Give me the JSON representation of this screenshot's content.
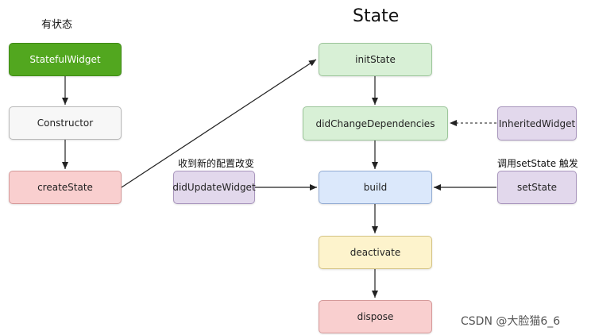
{
  "titles": {
    "left": "有状态",
    "right": "State"
  },
  "annotations": {
    "did_update": "收到新的配置改变",
    "set_state": "调用setState 触发"
  },
  "nodes": {
    "stateful_widget": {
      "label": "StatefulWidget",
      "fill": "#52a71f",
      "stroke": "#3f8a16",
      "text": "#ffffff"
    },
    "constructor": {
      "label": "Constructor",
      "fill": "#f7f7f7",
      "stroke": "#b9b9b9",
      "text": "#222222"
    },
    "create_state": {
      "label": "createState",
      "fill": "#f9cfcf",
      "stroke": "#d59a9a",
      "text": "#222222"
    },
    "init_state": {
      "label": "initState",
      "fill": "#d8f0d6",
      "stroke": "#9cc59a",
      "text": "#222222"
    },
    "did_change_dependencies": {
      "label": "didChangeDependencies",
      "fill": "#d8f0d6",
      "stroke": "#9cc59a",
      "text": "#222222"
    },
    "inherited_widget": {
      "label": "InheritedWidget",
      "fill": "#e2d8ec",
      "stroke": "#a996bd",
      "text": "#222222"
    },
    "did_update_widget": {
      "label": "didUpdateWidget",
      "fill": "#e2d8ec",
      "stroke": "#a996bd",
      "text": "#222222"
    },
    "build": {
      "label": "build",
      "fill": "#dbe8fb",
      "stroke": "#93acd3",
      "text": "#222222"
    },
    "set_state": {
      "label": "setState",
      "fill": "#e2d8ec",
      "stroke": "#a996bd",
      "text": "#222222"
    },
    "deactivate": {
      "label": "deactivate",
      "fill": "#fdf3cc",
      "stroke": "#d4c384",
      "text": "#222222"
    },
    "dispose": {
      "label": "dispose",
      "fill": "#f9cfcf",
      "stroke": "#d59a9a",
      "text": "#222222"
    }
  },
  "watermark": "CSDN @大脸猫6_6"
}
